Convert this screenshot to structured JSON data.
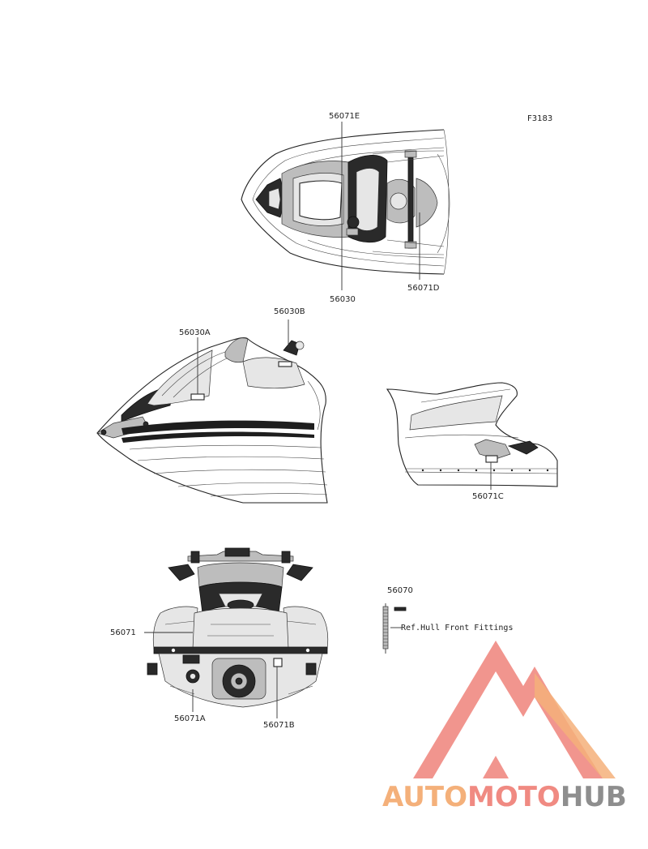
{
  "figure_code": "F3183",
  "callouts": {
    "top_e": "56071E",
    "top_main": "56030",
    "top_d": "56071D",
    "side_a": "56030A",
    "side_b": "56030B",
    "rear_c": "56071C",
    "front_main": "56071",
    "front_a": "56071A",
    "front_b": "56071B",
    "loose_part": "56070",
    "reference_note": "Ref.Hull Front Fittings"
  },
  "watermark": {
    "word_auto": "AUTO",
    "word_moto": "MOTO",
    "word_hub": "HUB",
    "colors": {
      "orange": "#f4b07a",
      "salmon": "#f08a82",
      "gray": "#8e8e8e"
    }
  }
}
